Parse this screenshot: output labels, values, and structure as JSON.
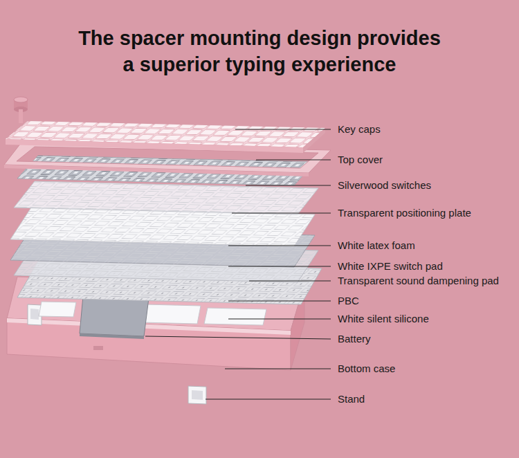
{
  "diagram": {
    "title": "The spacer mounting design provides a superior typing experience",
    "labels": [
      "Key caps",
      "Top cover",
      "Silverwood switches",
      "Transparent positioning plate",
      "White latex foam",
      "White IXPE switch pad",
      "Transparent sound dampening pad",
      "PBC",
      "White silent silicone",
      "Battery",
      "Bottom case",
      "Stand"
    ]
  }
}
